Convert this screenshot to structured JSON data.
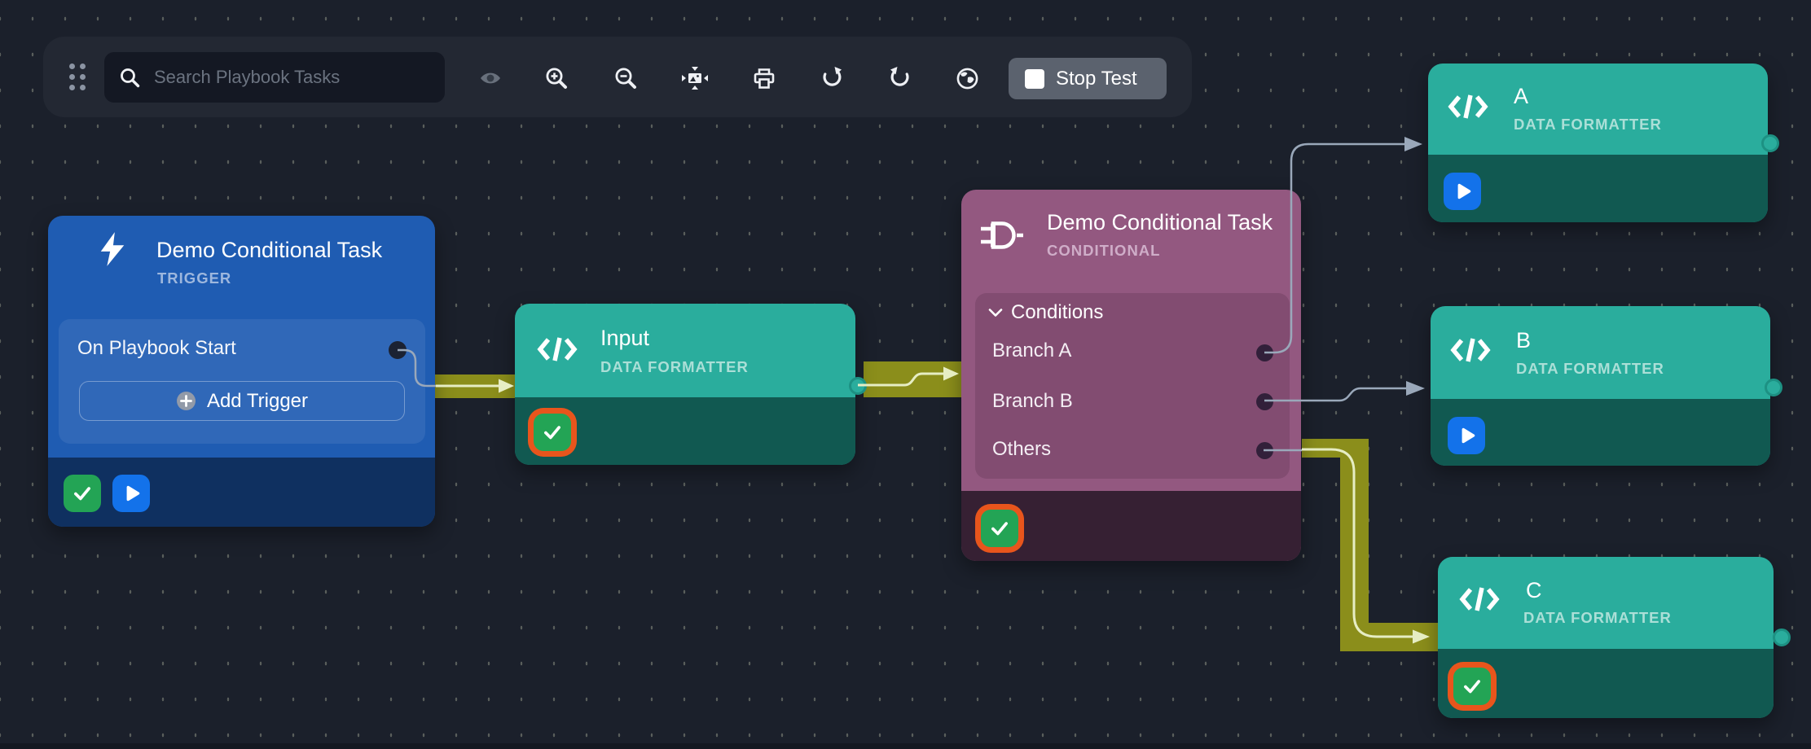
{
  "toolbar": {
    "search_placeholder": "Search Playbook Tasks",
    "stop_button": "Stop Test",
    "icons": [
      "drag-handle",
      "search",
      "visibility",
      "zoom-in",
      "zoom-out",
      "fit-view",
      "print",
      "redo",
      "undo",
      "globe"
    ]
  },
  "nodes": {
    "trigger": {
      "title": "Demo Conditional Task",
      "type_label": "TRIGGER",
      "row_label": "On Playbook Start",
      "add_button": "Add Trigger",
      "status_icons": [
        "check",
        "play"
      ]
    },
    "input": {
      "title": "Input",
      "type_label": "DATA FORMATTER",
      "status_icons": [
        "check-selected"
      ]
    },
    "conditional": {
      "title": "Demo Conditional Task",
      "type_label": "CONDITIONAL",
      "group_label": "Conditions",
      "branches": [
        {
          "label": "Branch A"
        },
        {
          "label": "Branch B"
        },
        {
          "label": "Others"
        }
      ],
      "status_icons": [
        "check-selected"
      ]
    },
    "a": {
      "title": "A",
      "type_label": "DATA FORMATTER",
      "status_icons": [
        "play"
      ]
    },
    "b": {
      "title": "B",
      "type_label": "DATA FORMATTER",
      "status_icons": [
        "play"
      ]
    },
    "c": {
      "title": "C",
      "type_label": "DATA FORMATTER",
      "status_icons": [
        "check-selected"
      ]
    }
  },
  "connections": [
    {
      "from": "trigger:On Playbook Start",
      "to": "input",
      "style": "executed-band"
    },
    {
      "from": "input",
      "to": "conditional",
      "style": "executed-band"
    },
    {
      "from": "conditional:Branch A",
      "to": "a",
      "style": "plain"
    },
    {
      "from": "conditional:Branch B",
      "to": "b",
      "style": "plain"
    },
    {
      "from": "conditional:Others",
      "to": "c",
      "style": "executed-band"
    }
  ],
  "colors": {
    "canvas_bg": "#1b202b",
    "toolbar_bg": "#232833",
    "trigger_blue": "#1f5cb2",
    "formatter_teal": "#2aad9d",
    "conditional_purple": "#935880",
    "executed_path_olive": "#8b8e1b",
    "wire_gray": "#9aa8ba",
    "success_green": "#23a455",
    "run_blue": "#1372ea",
    "selected_orange": "#e8551c",
    "stop_button_gray": "#5b626e"
  }
}
